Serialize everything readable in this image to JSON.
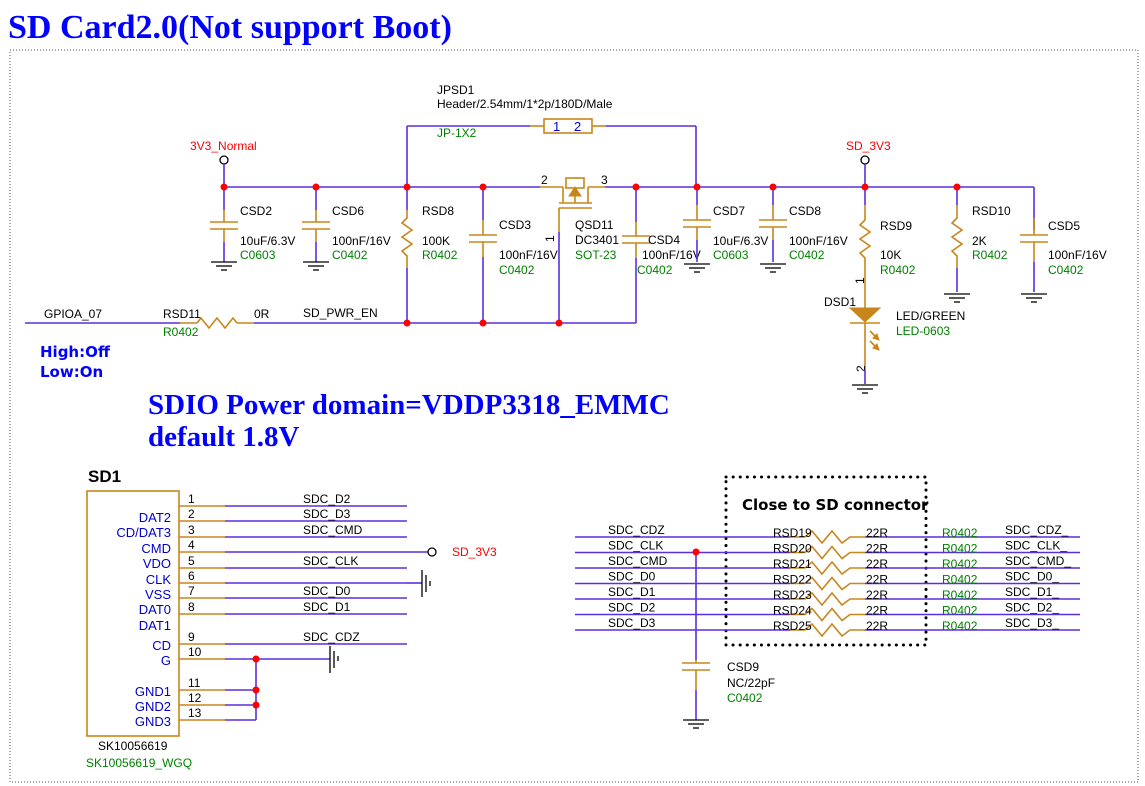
{
  "title": "SD Card2.0(Not support Boot)",
  "notes": {
    "gpio_logic_line1": "High:Off",
    "gpio_logic_line2": "Low:On",
    "sdio_domain_line1": "SDIO Power domain=VDDP3318_EMMC",
    "sdio_domain_line2": "default 1.8V",
    "close_to_connector": "Close to SD connector"
  },
  "power_ports": {
    "input": "3V3_Normal",
    "output": "SD_3V3",
    "connector_vdd": "SD_3V3"
  },
  "nets": {
    "gpio": "GPIOA_07",
    "enable": "SD_PWR_EN"
  },
  "components": {
    "jpsd1": {
      "ref": "JPSD1",
      "value": "Header/2.54mm/1*2p/180D/Male",
      "footprint": "JP-1X2",
      "pin1": "1",
      "pin2": "2"
    },
    "csd2": {
      "ref": "CSD2",
      "value": "10uF/6.3V",
      "footprint": "C0603"
    },
    "csd6": {
      "ref": "CSD6",
      "value": "100nF/16V",
      "footprint": "C0402"
    },
    "rsd8": {
      "ref": "RSD8",
      "value": "100K",
      "footprint": "R0402"
    },
    "csd3": {
      "ref": "CSD3",
      "value": "100nF/16V",
      "footprint": "C0402"
    },
    "qsd11": {
      "ref": "QSD11",
      "value": "DC3401",
      "footprint": "SOT-23",
      "pin1": "1",
      "pin2": "2",
      "pin3": "3"
    },
    "csd4": {
      "ref": "CSD4",
      "value": "100nF/16V",
      "footprint": "C0402"
    },
    "csd7": {
      "ref": "CSD7",
      "value": "10uF/6.3V",
      "footprint": "C0603"
    },
    "csd8": {
      "ref": "CSD8",
      "value": "100nF/16V",
      "footprint": "C0402"
    },
    "rsd9": {
      "ref": "RSD9",
      "value": "10K",
      "footprint": "R0402"
    },
    "rsd10": {
      "ref": "RSD10",
      "value": "2K",
      "footprint": "R0402"
    },
    "csd5": {
      "ref": "CSD5",
      "value": "100nF/16V",
      "footprint": "C0402"
    },
    "dsd1": {
      "ref": "DSD1",
      "value": "LED/GREEN",
      "footprint": "LED-0603",
      "pin1": "1",
      "pin2": "2"
    },
    "rsd11": {
      "ref": "RSD11",
      "value": "0R",
      "footprint": "R0402"
    },
    "csd9": {
      "ref": "CSD9",
      "value": "NC/22pF",
      "footprint": "C0402"
    }
  },
  "sd1": {
    "ref": "SD1",
    "part": "SK10056619",
    "footprint": "SK10056619_WGQ",
    "pins": [
      {
        "num": "1",
        "name": "DAT2",
        "net": "SDC_D2"
      },
      {
        "num": "2",
        "name": "CD/DAT3",
        "net": "SDC_D3"
      },
      {
        "num": "3",
        "name": "CMD",
        "net": "SDC_CMD"
      },
      {
        "num": "4",
        "name": "VDO",
        "net": ""
      },
      {
        "num": "5",
        "name": "CLK",
        "net": "SDC_CLK"
      },
      {
        "num": "6",
        "name": "VSS",
        "net": ""
      },
      {
        "num": "7",
        "name": "DAT0",
        "net": "SDC_D0"
      },
      {
        "num": "8",
        "name": "DAT1",
        "net": "SDC_D1"
      },
      {
        "num": "9",
        "name": "CD",
        "net": "SDC_CDZ"
      },
      {
        "num": "10",
        "name": "G",
        "net": ""
      },
      {
        "num": "11",
        "name": "GND1",
        "net": ""
      },
      {
        "num": "12",
        "name": "GND2",
        "net": ""
      },
      {
        "num": "13",
        "name": "GND3",
        "net": ""
      }
    ]
  },
  "series_resistors": [
    {
      "ref": "RSD19",
      "value": "22R",
      "footprint": "R0402",
      "net_in": "SDC_CDZ",
      "net_out": "SDC_CDZ_"
    },
    {
      "ref": "RSD20",
      "value": "22R",
      "footprint": "R0402",
      "net_in": "SDC_CLK",
      "net_out": "SDC_CLK_"
    },
    {
      "ref": "RSD21",
      "value": "22R",
      "footprint": "R0402",
      "net_in": "SDC_CMD",
      "net_out": "SDC_CMD_"
    },
    {
      "ref": "RSD22",
      "value": "22R",
      "footprint": "R0402",
      "net_in": "SDC_D0",
      "net_out": "SDC_D0_"
    },
    {
      "ref": "RSD23",
      "value": "22R",
      "footprint": "R0402",
      "net_in": "SDC_D1",
      "net_out": "SDC_D1_"
    },
    {
      "ref": "RSD24",
      "value": "22R",
      "footprint": "R0402",
      "net_in": "SDC_D2",
      "net_out": "SDC_D2_"
    },
    {
      "ref": "RSD25",
      "value": "22R",
      "footprint": "R0402",
      "net_in": "SDC_D3",
      "net_out": "SDC_D3_"
    }
  ]
}
